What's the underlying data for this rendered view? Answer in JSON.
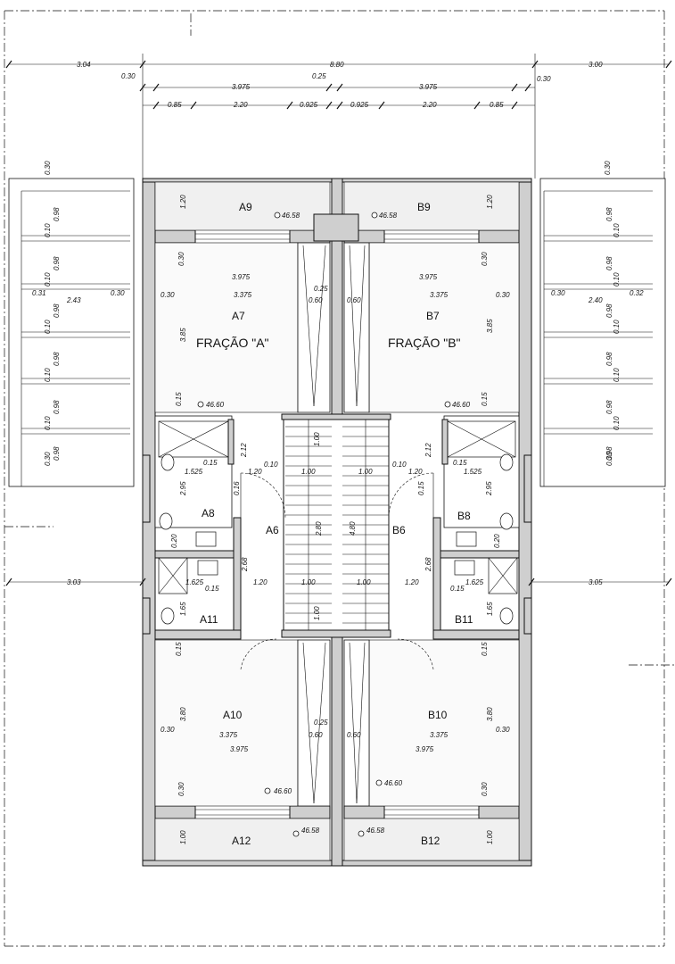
{
  "fractions": {
    "a": "FRAÇÃO \"A\"",
    "b": "FRAÇÃO \"B\""
  },
  "rooms": {
    "a6": "A6",
    "a7": "A7",
    "a8": "A8",
    "a9": "A9",
    "a10": "A10",
    "a11": "A11",
    "a12": "A12",
    "b6": "B6",
    "b7": "B7",
    "b8": "B8",
    "b9": "B9",
    "b10": "B10",
    "b11": "B11",
    "b12": "B12"
  },
  "levels": {
    "a9": "46.58",
    "b9": "46.58",
    "a7": "46.60",
    "b7": "46.60",
    "a10": "46.60",
    "b10": "46.60",
    "a12": "46.58",
    "b12": "46.58"
  },
  "dims": {
    "top_left": "3.04",
    "top_total": "8.80",
    "top_right": "3.00",
    "r2_a": "0.30",
    "r2_b": "3.975",
    "r2_c": "0.25",
    "r2_d": "3.975",
    "r2_e": "0.30",
    "r3_a": "0.85",
    "r3_b": "2.20",
    "r3_c": "0.925",
    "r3_d": "0.925",
    "r3_e": "2.20",
    "r3_f": "0.85",
    "a9_h": "1.20",
    "b9_h": "1.20",
    "a7_w1": "3.975",
    "a7_w2": "3.375",
    "a7_l": "0.30",
    "a7_h": "3.85",
    "a7_top": "0.30",
    "b7_w1": "3.975",
    "b7_w2": "3.375",
    "b7_r": "0.30",
    "b7_h": "3.85",
    "b7_top": "0.30",
    "shaft_a": "0.25",
    "shaft_b": "0.60",
    "shaft_c": "0.60",
    "a_015": "0.15",
    "b_015": "0.15",
    "a_212": "2.12",
    "b_212": "2.12",
    "a_015b": "0.15",
    "a_1525": "1.525",
    "a_120": "1.20",
    "a_010": "0.10",
    "a_100": "1.00",
    "b_010": "0.10",
    "b_120": "1.20",
    "b_015b": "0.15",
    "b_1525": "1.525",
    "b_100": "1.00",
    "a_295": "2.95",
    "b_295": "2.95",
    "a_016": "0.16",
    "b_015c": "0.15",
    "a_020": "0.20",
    "b_020": "0.20",
    "a_268": "2.68",
    "b_268": "2.68",
    "stair_a": "2.80",
    "stair_b": "4.80",
    "a_1625": "1.625",
    "a_015d": "0.15",
    "a_120b": "1.20",
    "a_100b": "1.00",
    "b_100b": "1.00",
    "b_120b": "1.20",
    "b_1625": "1.625",
    "b_015d": "0.15",
    "a_165": "1.65",
    "b_165": "1.65",
    "a_015e": "0.15",
    "b_015e": "0.15",
    "mid_left": "3.03",
    "mid_right": "3.05",
    "a10_h": "3.80",
    "b10_h": "3.80",
    "a10_l": "0.30",
    "a10_w2": "3.375",
    "a10_w1": "3.975",
    "b10_r": "0.30",
    "b10_w2": "3.375",
    "b10_w1": "3.975",
    "a10_s1": "0.25",
    "a10_s2": "0.60",
    "b10_s2": "0.60",
    "a10_bot": "0.30",
    "b10_bot": "0.30",
    "a12_h": "1.00",
    "b12_h": "1.00",
    "stair_top_a": "1.00",
    "stair_bot_a": "1.00",
    "lp_top": "0.30",
    "lp_098": "0.98",
    "lp_010": "0.10",
    "lp_031": "0.31",
    "lp_243": "2.43",
    "lp_030": "0.30",
    "rp_top": "0.30",
    "rp_030a": "0.30",
    "rp_240": "2.40",
    "rp_032": "0.32",
    "lp_bot": "0.30",
    "rp_bot": "0.30"
  }
}
